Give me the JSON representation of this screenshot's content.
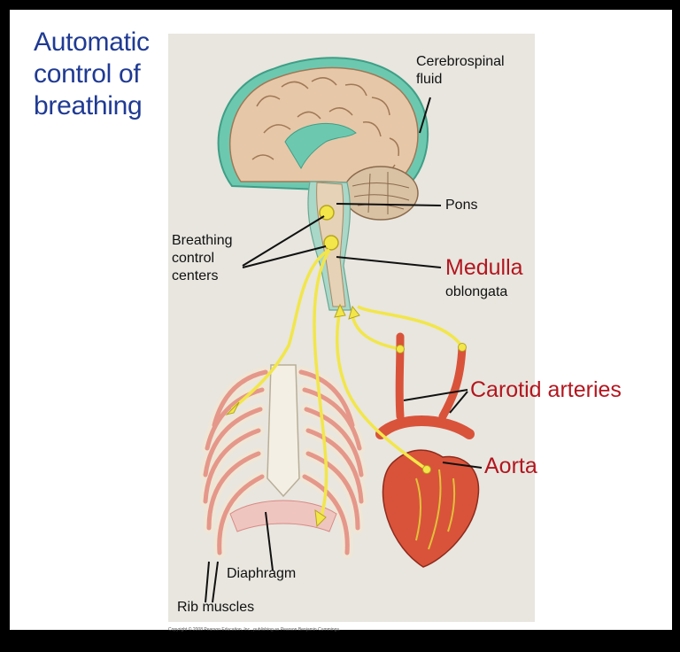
{
  "title": {
    "line1": "Automatic",
    "line2": "control of",
    "line3": "breathing"
  },
  "labels": {
    "cerebrospinal_line1": "Cerebrospinal",
    "cerebrospinal_line2": "fluid",
    "pons": "Pons",
    "breathing_line1": "Breathing",
    "breathing_line2": "control",
    "breathing_line3": "centers",
    "medulla": "Medulla",
    "oblongata": "oblongata",
    "carotid": "Carotid arteries",
    "aorta": "Aorta",
    "diaphragm": "Diaphragm",
    "rib_muscles": "Rib muscles"
  },
  "copyright": "Copyright © 2008 Pearson Education, Inc., publishing as Pearson Benjamin Cummings.",
  "colors": {
    "title": "#1f3a93",
    "highlight_label": "#b3161f",
    "nerve": "#f2e64a",
    "csf": "#6cc9b0",
    "brain": "#e6c7a8",
    "heart": "#d9533a"
  }
}
